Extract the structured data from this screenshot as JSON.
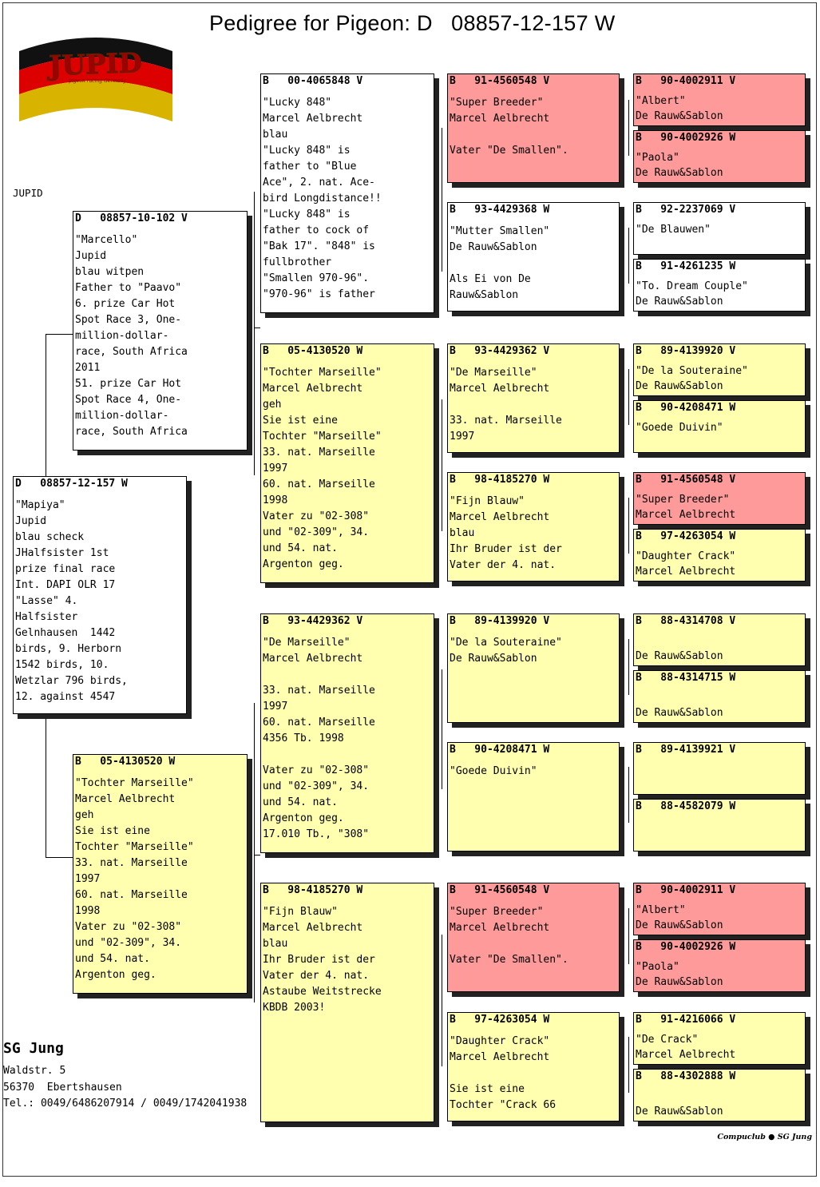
{
  "title": "Pedigree for Pigeon: D   08857-12-157 W",
  "logo_text": "JUPID",
  "logo_subtext": "pigeon racing Germany",
  "breeder_label": "JUPID",
  "subject": {
    "hdr": "D   08857-12-157 W",
    "body": "\"Mapiya\"\nJupid\nblau scheck\nJHalfsister 1st\nprize final race\nInt. DAPI OLR 17\n\"Lasse\" 4.\nHalfsister\nGelnhausen  1442\nbirds, 9. Herborn\n1542 birds, 10.\nWetzlar 796 birds,\n12. against 4547"
  },
  "father": {
    "hdr": "D   08857-10-102 V",
    "body": "\"Marcello\"\nJupid\nblau witpen\nFather to \"Paavo\"\n6. prize Car Hot\nSpot Race 3, One-\nmillion-dollar-\nrace, South Africa\n2011\n51. prize Car Hot\nSpot Race 4, One-\nmillion-dollar-\nrace, South Africa"
  },
  "mother": {
    "hdr": "B   05-4130520 W",
    "body": "\"Tochter Marseille\"\nMarcel Aelbrecht\ngeh\nSie ist eine\nTochter \"Marseille\"\n33. nat. Marseille\n1997\n60. nat. Marseille\n1998\nVater zu \"02-308\"\nund \"02-309\", 34.\nund 54. nat.\nArgenton geg."
  },
  "gen3": [
    {
      "hdr": "B   00-4065848 V",
      "body": "\"Lucky 848\"\nMarcel Aelbrecht\nblau\n\"Lucky 848\" is\nfather to \"Blue\nAce\", 2. nat. Ace-\nbird Longdistance!!\n\"Lucky 848\" is\nfather to cock of\n\"Bak 17\". \"848\" is\nfullbrother\n\"Smallen 970-96\".\n\"970-96\" is father"
    },
    {
      "hdr": "B   05-4130520 W",
      "body": "\"Tochter Marseille\"\nMarcel Aelbrecht\ngeh\nSie ist eine\nTochter \"Marseille\"\n33. nat. Marseille\n1997\n60. nat. Marseille\n1998\nVater zu \"02-308\"\nund \"02-309\", 34.\nund 54. nat.\nArgenton geg."
    },
    {
      "hdr": "B   93-4429362 V",
      "body": "\"De Marseille\"\nMarcel Aelbrecht\n\n33. nat. Marseille\n1997\n60. nat. Marseille\n4356 Tb. 1998\n\nVater zu \"02-308\"\nund \"02-309\", 34.\nund 54. nat.\nArgenton geg.\n17.010 Tb., \"308\""
    },
    {
      "hdr": "B   98-4185270 W",
      "body": "\"Fijn Blauw\"\nMarcel Aelbrecht\nblau\nIhr Bruder ist der\nVater der 4. nat.\nAstaube Weitstrecke\nKBDB 2003!"
    }
  ],
  "gen4": [
    {
      "hdr": "B   91-4560548 V",
      "body": "\"Super Breeder\"\nMarcel Aelbrecht\n\nVater \"De Smallen\"."
    },
    {
      "hdr": "B   93-4429368 W",
      "body": "\"Mutter Smallen\"\nDe Rauw&Sablon\n\nAls Ei von De\nRauw&Sablon"
    },
    {
      "hdr": "B   93-4429362 V",
      "body": "\"De Marseille\"\nMarcel Aelbrecht\n\n33. nat. Marseille\n1997"
    },
    {
      "hdr": "B   98-4185270 W",
      "body": "\"Fijn Blauw\"\nMarcel Aelbrecht\nblau\nIhr Bruder ist der\nVater der 4. nat."
    },
    {
      "hdr": "B   89-4139920 V",
      "body": "\"De la Souteraine\"\nDe Rauw&Sablon"
    },
    {
      "hdr": "B   90-4208471 W",
      "body": "\"Goede Duivin\""
    },
    {
      "hdr": "B   91-4560548 V",
      "body": "\"Super Breeder\"\nMarcel Aelbrecht\n\nVater \"De Smallen\"."
    },
    {
      "hdr": "B   97-4263054 W",
      "body": "\"Daughter Crack\"\nMarcel Aelbrecht\n\nSie ist eine\nTochter \"Crack 66"
    }
  ],
  "gen5": [
    {
      "hdr": "B   90-4002911 V",
      "body": "\"Albert\"\nDe Rauw&Sablon"
    },
    {
      "hdr": "B   90-4002926 W",
      "body": "\"Paola\"\nDe Rauw&Sablon"
    },
    {
      "hdr": "B   92-2237069 V",
      "body": "\"De Blauwen\""
    },
    {
      "hdr": "B   91-4261235 W",
      "body": "\"To. Dream Couple\"\nDe Rauw&Sablon"
    },
    {
      "hdr": "B   89-4139920 V",
      "body": "\"De la Souteraine\"\nDe Rauw&Sablon"
    },
    {
      "hdr": "B   90-4208471 W",
      "body": "\"Goede Duivin\""
    },
    {
      "hdr": "B   91-4560548 V",
      "body": "\"Super Breeder\"\nMarcel Aelbrecht"
    },
    {
      "hdr": "B   97-4263054 W",
      "body": "\"Daughter Crack\"\nMarcel Aelbrecht"
    },
    {
      "hdr": "B   88-4314708 V",
      "body": "\nDe Rauw&Sablon"
    },
    {
      "hdr": "B   88-4314715 W",
      "body": "\nDe Rauw&Sablon"
    },
    {
      "hdr": "B   89-4139921 V",
      "body": ""
    },
    {
      "hdr": "B   88-4582079 W",
      "body": ""
    },
    {
      "hdr": "B   90-4002911 V",
      "body": "\"Albert\"\nDe Rauw&Sablon"
    },
    {
      "hdr": "B   90-4002926 W",
      "body": "\"Paola\"\nDe Rauw&Sablon"
    },
    {
      "hdr": "B   91-4216066 V",
      "body": "\"De Crack\"\nMarcel Aelbrecht"
    },
    {
      "hdr": "B   88-4302888 W",
      "body": "\nDe Rauw&Sablon"
    }
  ],
  "footer": {
    "name": "SG Jung",
    "street": "Waldstr. 5",
    "city": "56370  Ebertshausen",
    "tel": "Tel.: 0049/6486207914 / 0049/1742041938"
  },
  "credit": "Compuclub ● SG Jung",
  "colors": {
    "yellow": "#ffffaf",
    "pink": "#ff9a9a",
    "white": "#ffffff"
  }
}
